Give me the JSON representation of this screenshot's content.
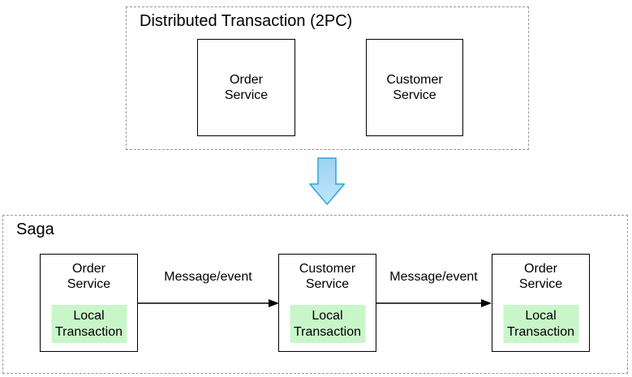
{
  "colors": {
    "background": "#ffffff",
    "dashed_border": "#999999",
    "box_border": "#000000",
    "local_transaction_fill": "#c9f6c9",
    "down_arrow_fill_top": "#9ed3f2",
    "down_arrow_fill_bottom": "#bfe5fa",
    "down_arrow_stroke": "#30a2e0",
    "message_arrow_color": "#000000"
  },
  "two_pc": {
    "title": "Distributed Transaction (2PC)",
    "services": [
      {
        "label": "Order Service"
      },
      {
        "label": "Customer Service"
      }
    ]
  },
  "saga": {
    "title": "Saga",
    "steps": [
      {
        "service": "Order Service",
        "local_transaction": "Local Transaction"
      },
      {
        "service": "Customer Service",
        "local_transaction": "Local Transaction"
      },
      {
        "service": "Order Service",
        "local_transaction": "Local Transaction"
      }
    ],
    "messages": [
      {
        "label": "Message/event"
      },
      {
        "label": "Message/event"
      }
    ]
  }
}
